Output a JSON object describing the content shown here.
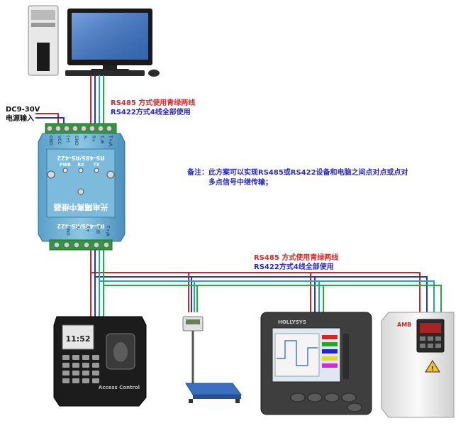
{
  "power": {
    "voltage": "DC9-30V",
    "input": "电源输入"
  },
  "top_wiring": {
    "rs485": "RS485 方式使用青绿两线",
    "rs422": "RS422方式4线全部使用"
  },
  "bottom_wiring": {
    "rs485": "RS485 方式使用青绿两线",
    "rs422": "RS422方式4线全部使用"
  },
  "note": {
    "line1": "备注：此方案可以实现RS485或RS422设备和电脑之间点对点或点对",
    "line2": "多点信号中继传输；"
  },
  "repeater": {
    "title": "光电隔离中继器",
    "model_top": "RS-485/RS-422",
    "model_bottom": "RS-485/RS-422",
    "led_pwr": "PWR",
    "led_rx": "RX",
    "led_tx": "TX",
    "terminals_top": [
      "T+/A",
      "T-/B",
      "R+",
      "R-",
      "GND",
      "(+)",
      "VCC",
      "GND"
    ],
    "terminals_bottom": [
      "T+/A",
      "T-/B",
      "R+",
      "R-",
      "GND"
    ]
  },
  "devices": {
    "access_display": "11:52",
    "access_brand": "Access Control",
    "meter_brand": "HOLLYSYS",
    "inverter_brand": "AMB"
  },
  "colors": {
    "wire_red": "#e02020",
    "wire_blue": "#2038d0",
    "wire_cyan": "#18a8c8",
    "wire_green": "#20b040",
    "text_red": "#e02828",
    "text_blue": "#2828d8"
  }
}
